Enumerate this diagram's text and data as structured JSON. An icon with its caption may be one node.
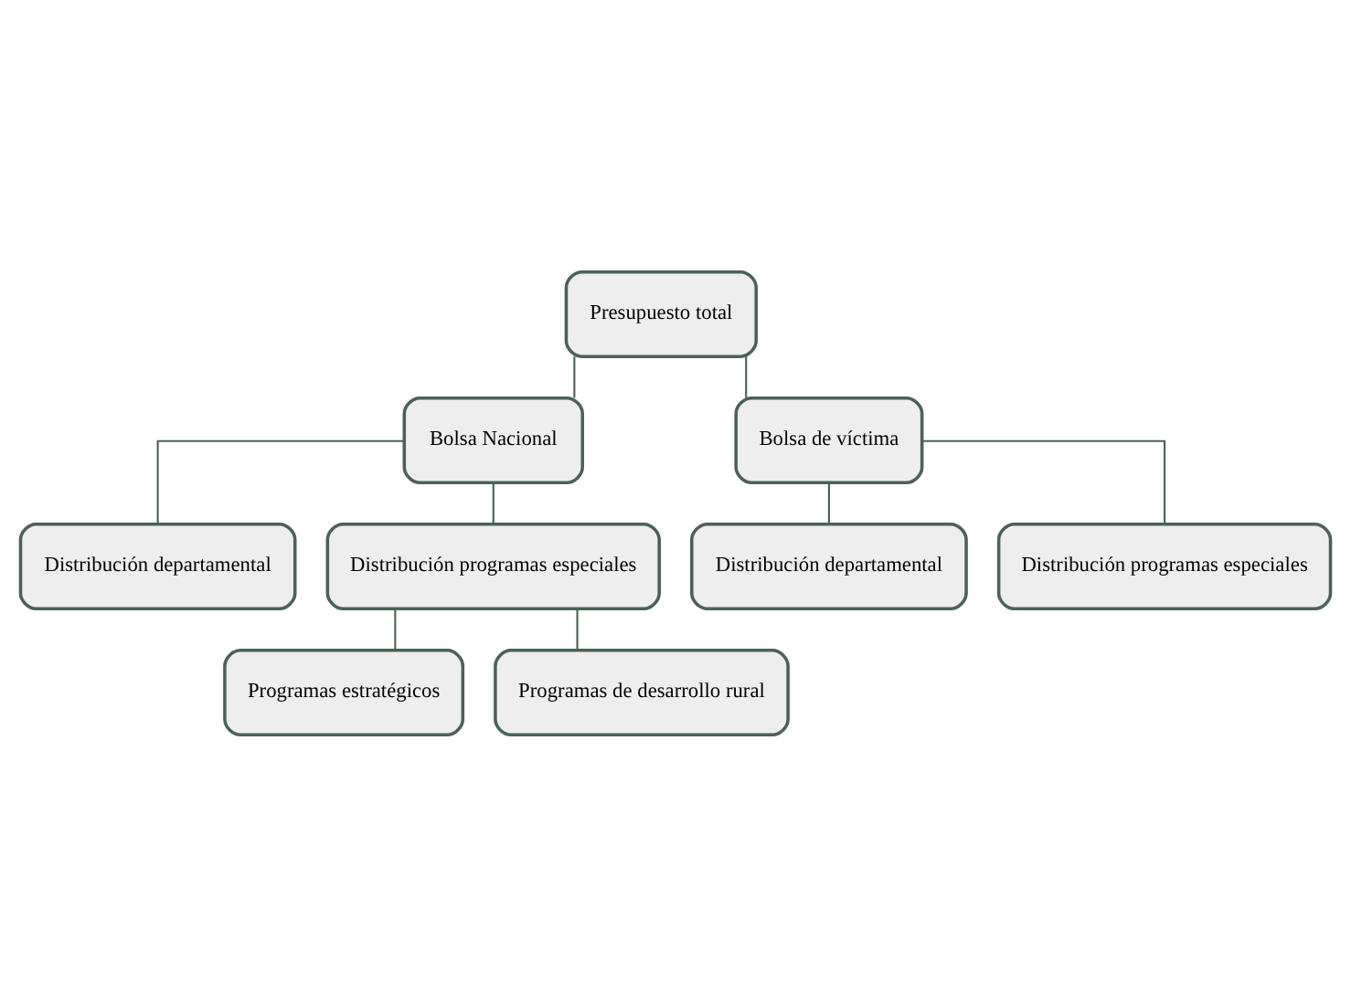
{
  "diagram": {
    "nodes": [
      {
        "text": [
          "Presupuesto total"
        ]
      },
      {
        "text": [
          "Bolsa Nacional"
        ]
      },
      {
        "text": [
          "Bolsa de víctima"
        ]
      },
      {
        "text": [
          "Distribución departamental"
        ]
      },
      {
        "text": [
          "Distribución programas especiales"
        ]
      },
      {
        "text": [
          "Distribución departamental"
        ]
      },
      {
        "text": [
          "Distribución programas especiales"
        ]
      },
      {
        "text": [
          "Programas estratégicos"
        ]
      },
      {
        "text": [
          "Programas de desarrollo rural"
        ]
      }
    ],
    "edges": [
      {
        "from": 0,
        "to": 1,
        "arrow": "none"
      },
      {
        "from": 0,
        "to": 2,
        "arrow": "none"
      },
      {
        "from": 1,
        "to": 3,
        "arrow": "none"
      },
      {
        "from": 1,
        "to": 4,
        "arrow": "none"
      },
      {
        "from": 2,
        "to": 5,
        "arrow": "none"
      },
      {
        "from": 2,
        "to": 6,
        "arrow": "none"
      },
      {
        "from": 4,
        "to": 7,
        "arrow": "none"
      },
      {
        "from": 4,
        "to": 8,
        "arrow": "none"
      }
    ]
  }
}
